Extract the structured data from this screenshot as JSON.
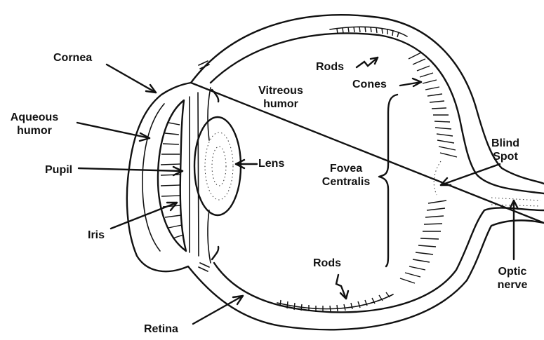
{
  "labels": {
    "cornea": "Cornea",
    "aqueous_1": "Aqueous",
    "aqueous_2": "humor",
    "pupil": "Pupil",
    "iris": "Iris",
    "vitreous_1": "Vitreous",
    "vitreous_2": "humor",
    "lens": "Lens",
    "rods_top": "Rods",
    "cones": "Cones",
    "fovea_1": "Fovea",
    "fovea_2": "Centralis",
    "blind_1": "Blind",
    "blind_2": "Spot",
    "optic_1": "Optic",
    "optic_2": "nerve",
    "rods_bottom": "Rods",
    "retina": "Retina"
  }
}
